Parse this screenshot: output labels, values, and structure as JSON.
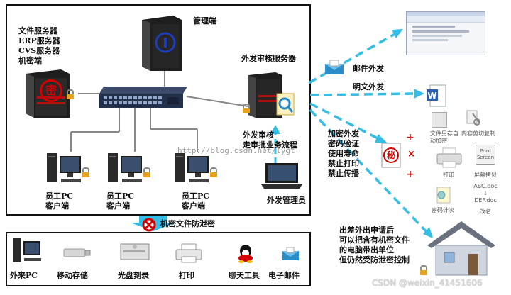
{
  "servers": {
    "file_server_lines": [
      "文件服务器",
      "ERP服务器",
      "CVS服务器",
      "机密端"
    ],
    "management": "管理端",
    "outbound_audit_server": "外发审核服务器",
    "audit_lines": [
      "外发审核",
      "走审批业务流程"
    ]
  },
  "clients": [
    {
      "line1": "员工PC",
      "line2": "客户端"
    },
    {
      "line1": "员工PC",
      "line2": "客户端"
    },
    {
      "line1": "员工PC",
      "line2": "客户端"
    }
  ],
  "outbound_admin": "外发管理员",
  "right": {
    "email_outbound": "邮件外发",
    "plaintext_outbound": "明文外发",
    "encrypted_lines": [
      "加密外发",
      "密码验证",
      "使用寿命",
      "禁止打印",
      "禁止传播"
    ],
    "secret_seal": "秘",
    "features": [
      {
        "label": "文件另存自动加密"
      },
      {
        "label": "内容剪切复制"
      },
      {
        "label": "打印"
      },
      {
        "label": "屏幕拷贝"
      },
      {
        "label": "密码计次"
      },
      {
        "label": "改名"
      }
    ],
    "print_screen_key": "Print Screen",
    "rename_text": [
      "ABC.doc",
      "↓",
      "DEF.doc"
    ],
    "trip_lines": [
      "出差外出申请后",
      "可以把含有机密文件",
      "的电脑带出单位",
      "但仍然受防泄密控制"
    ]
  },
  "leak_prevention": "机密文件防泄密",
  "seal_char": "密",
  "devices": [
    {
      "label": "外来PC"
    },
    {
      "label": "移动存储"
    },
    {
      "label": "光盘刻录"
    },
    {
      "label": "打印"
    },
    {
      "label": "聊天工具"
    },
    {
      "label": "电子邮件"
    }
  ],
  "watermark": "http://blog.csdn.net/lygt",
  "credit": "CSDN @weixin_41451606",
  "colors": {
    "arrow": "#35bde6",
    "seal_red": "#d40000",
    "server_dark": "#1a1a1a",
    "blue_accent": "#1f3cb8"
  }
}
